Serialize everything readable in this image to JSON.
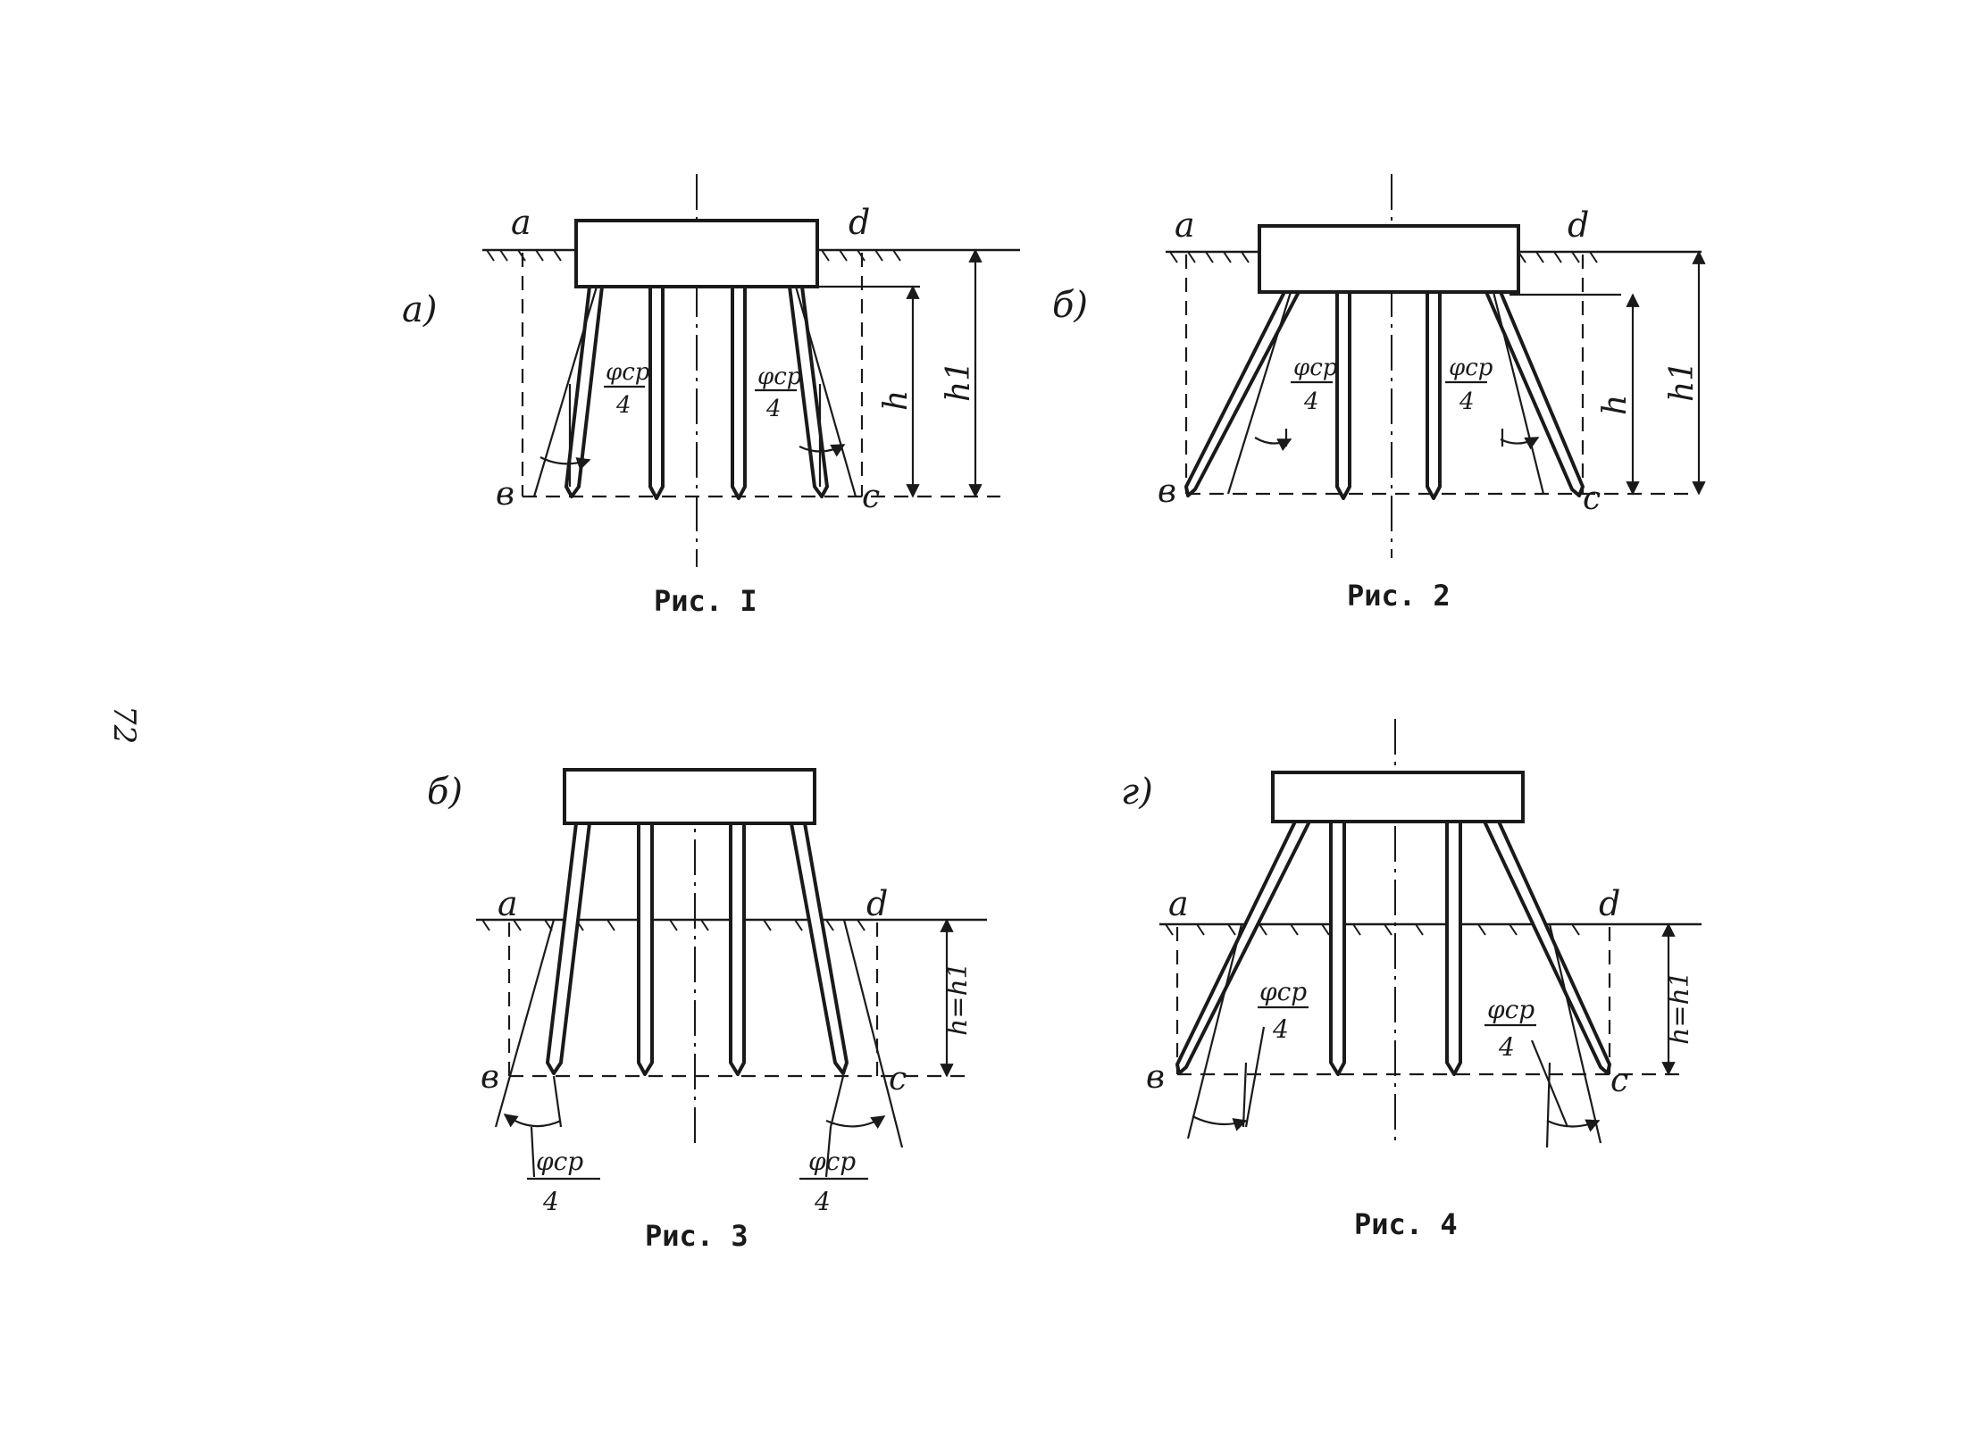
{
  "page_number": "72",
  "figures": [
    {
      "id": "fig1",
      "variant_label": "а)",
      "caption": "Рис. I",
      "points": {
        "a": "a",
        "d": "d",
        "b": "в",
        "c": "c"
      },
      "dims": {
        "h": "h",
        "h1": "h1"
      },
      "angle": {
        "num": "φcp",
        "den": "4"
      }
    },
    {
      "id": "fig2",
      "variant_label": "б)",
      "caption": "Рис. 2",
      "points": {
        "a": "a",
        "d": "d",
        "b": "в",
        "c": "c"
      },
      "dims": {
        "h": "h",
        "h1": "h1"
      },
      "angle": {
        "num": "φcp",
        "den": "4"
      }
    },
    {
      "id": "fig3",
      "variant_label": "б)",
      "caption": "Рис. 3",
      "points": {
        "a": "a",
        "d": "d",
        "b": "в",
        "c": "c"
      },
      "dims": {
        "hh1": "h=h1"
      },
      "angle": {
        "num": "φcp",
        "den": "4"
      }
    },
    {
      "id": "fig4",
      "variant_label": "г)",
      "caption": "Рис. 4",
      "points": {
        "a": "a",
        "d": "d",
        "b": "в",
        "c": "c"
      },
      "dims": {
        "hh1": "h=h1"
      },
      "angle": {
        "num": "φcp",
        "den": "4"
      }
    }
  ]
}
